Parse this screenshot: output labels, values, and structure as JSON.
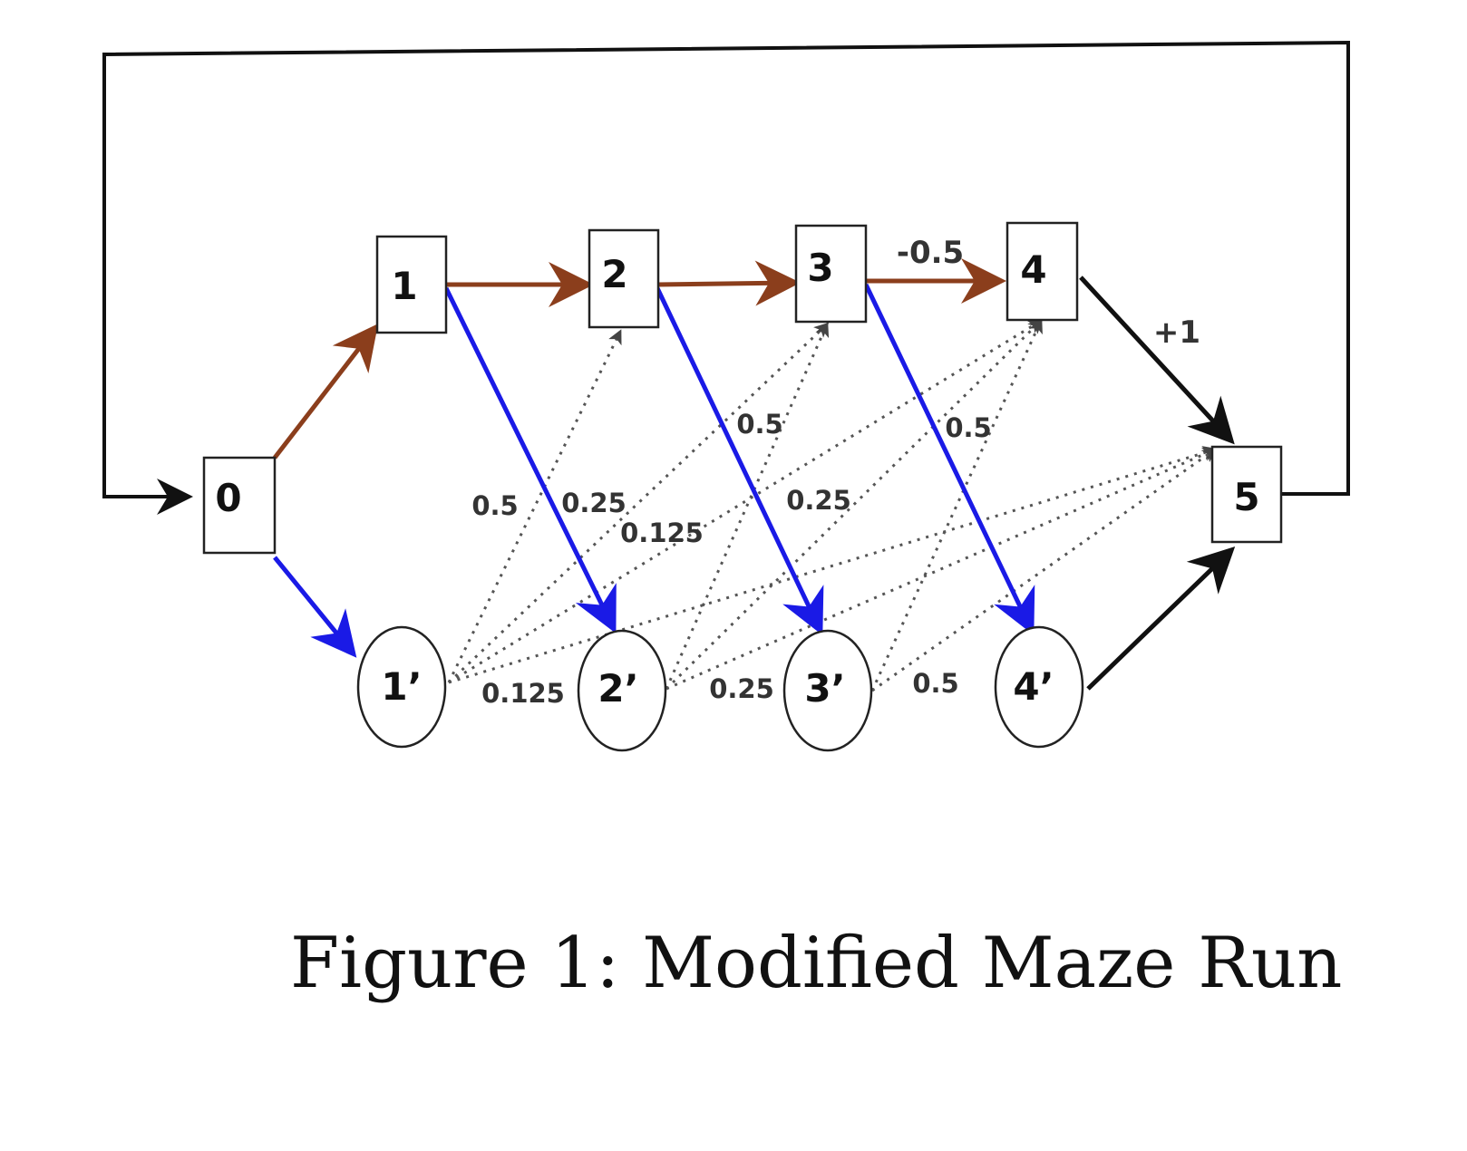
{
  "nodes": {
    "s0": "0",
    "s1": "1",
    "s2": "2",
    "s3": "3",
    "s4": "4",
    "s5": "5",
    "p1": "1’",
    "p2": "2’",
    "p3": "3’",
    "p4": "4’"
  },
  "edge_labels": {
    "r34": "-0.5",
    "r45": "+1",
    "p1_s2": "0.5",
    "p1_s3": "0.25",
    "p1_s4": "0.125",
    "p1_s5": "0.125",
    "p2_s3": "0.5",
    "p2_s4": "0.25",
    "p2_s5": "0.25",
    "p3_s4": "0.5",
    "p3_s5": "0.5"
  },
  "colors": {
    "brown": "#8b3e1c",
    "blue": "#1a1ae6",
    "black": "#111111",
    "dotted": "#555555"
  },
  "caption": "Figure 1: Modified Maze Run"
}
